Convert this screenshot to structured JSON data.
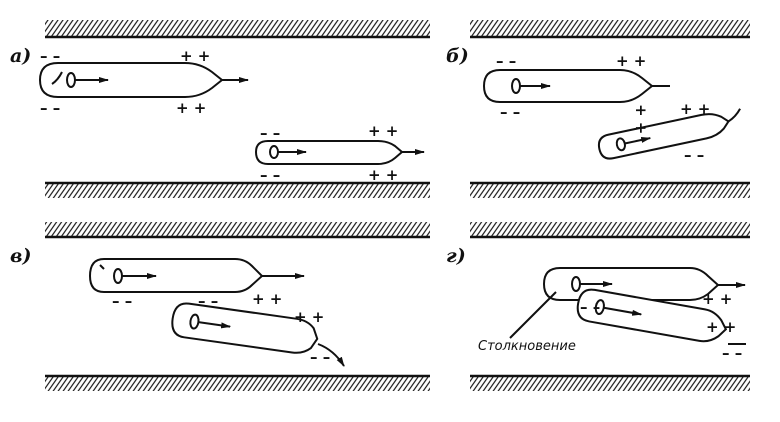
{
  "panels": [
    {
      "id": "a",
      "label": "а)"
    },
    {
      "id": "b",
      "label": "б)"
    },
    {
      "id": "v",
      "label": "в)"
    },
    {
      "id": "g",
      "label": "г)"
    }
  ],
  "signs": {
    "minus": "– –",
    "plus": "+ +"
  },
  "collision_label": "Столкновение",
  "colors": {
    "ink": "#111111",
    "background": "#ffffff"
  },
  "icons": [
    "propeller-icon",
    "arrow-icon",
    "wake-icon"
  ]
}
